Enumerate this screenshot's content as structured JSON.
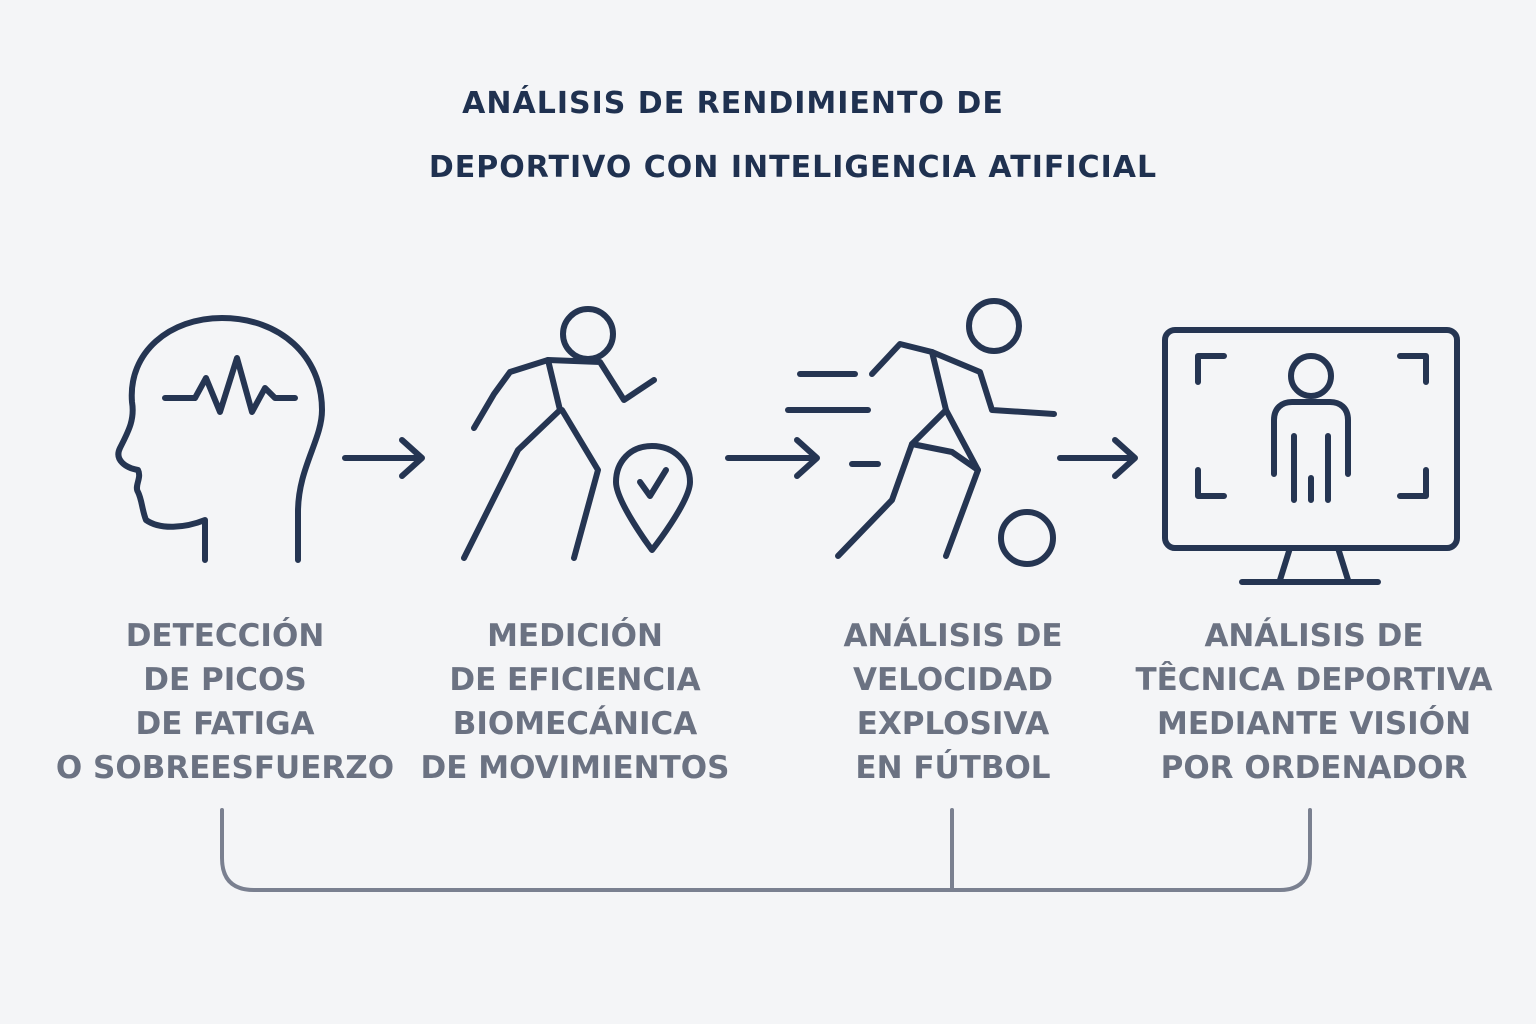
{
  "title": {
    "line1": "ANÁLISIS DE RENDIMIENTO DE",
    "line2": "DEPORTIVO CON INTELIGENCIA ATIFICIAL"
  },
  "steps": [
    {
      "icon": "head-pulse-icon",
      "lines": [
        "DETECCIÓN",
        "DE PICOS",
        "DE FATIGA",
        "O SOBREESFUERZO"
      ]
    },
    {
      "icon": "runner-check-icon",
      "lines": [
        "MEDICIÓN",
        "DE EFICIENCIA",
        "BIOMECÁNICA",
        "DE MOVIMIENTOS"
      ]
    },
    {
      "icon": "soccer-player-icon",
      "lines": [
        "ANÁLISIS DE",
        "VELOCIDAD",
        "EXPLOSIVA",
        "EN FÚTBOL"
      ]
    },
    {
      "icon": "monitor-person-icon",
      "lines": [
        "ANÁLISIS DE",
        "TÊCNICA DEPORTIVA",
        "MEDIANTE VISIÓN",
        "POR ORDENADOR"
      ]
    }
  ],
  "colors": {
    "title": "#1f3150",
    "icon_stroke": "#253552",
    "label": "#6b7282",
    "bracket": "#7a8090",
    "background": "#f4f5f7"
  }
}
